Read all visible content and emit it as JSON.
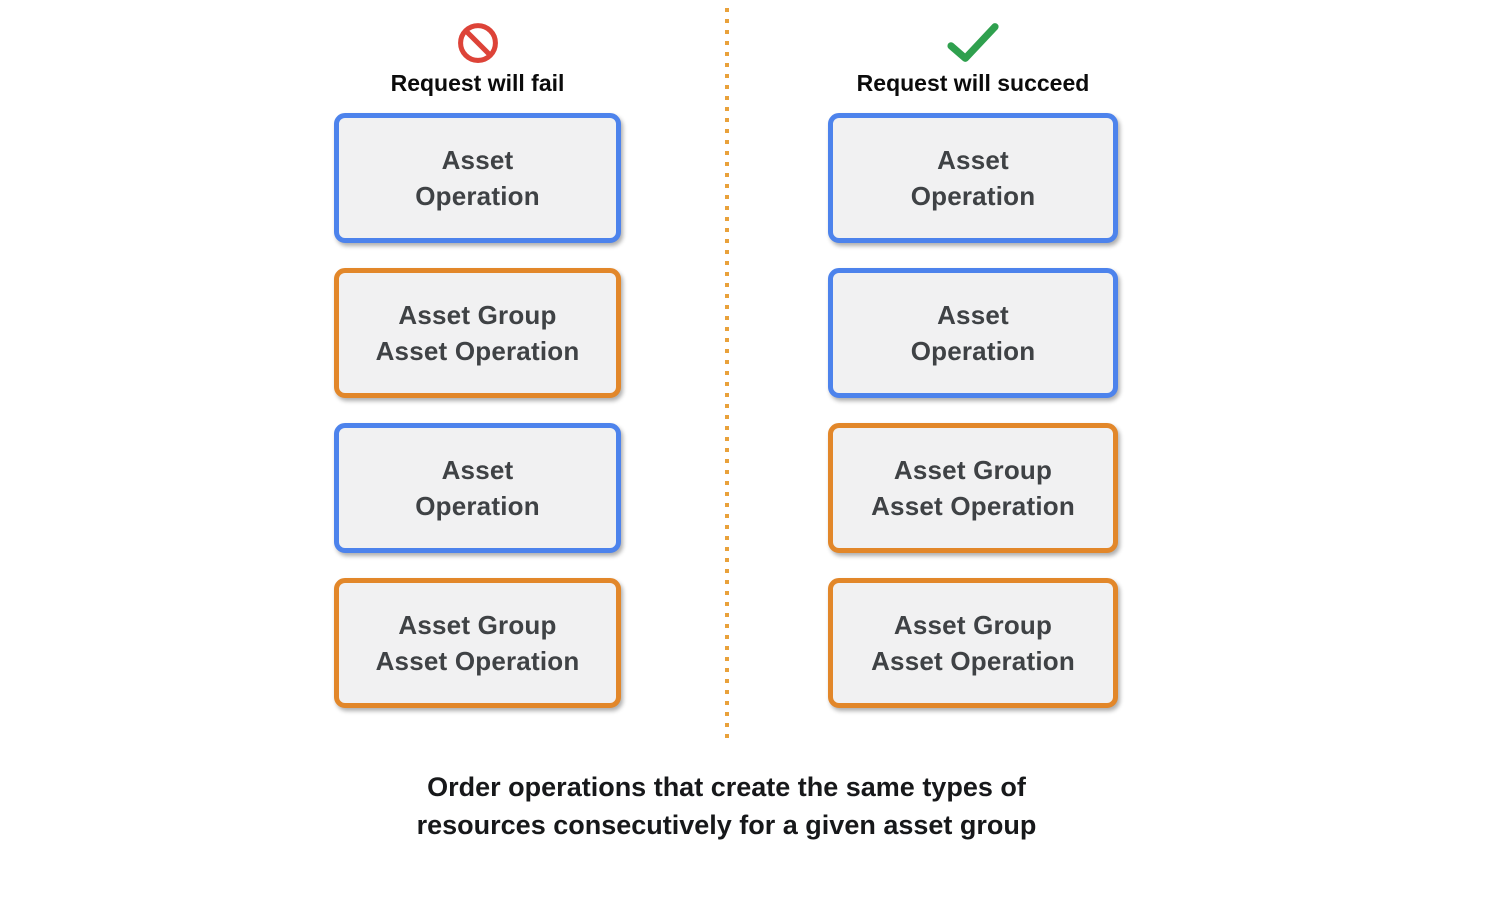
{
  "colors": {
    "blue_border": "#4D83EC",
    "orange_border": "#E2872A",
    "box_fill": "#F1F1F2",
    "box_text": "#3F4245",
    "fail_icon": "#DD4338",
    "success_icon": "#2FA04E",
    "divider": "#E9A13B",
    "caption_text": "#17181A"
  },
  "columns": [
    {
      "id": "fail",
      "icon": "prohibition-icon",
      "header": "Request will fail",
      "boxes": [
        {
          "type": "asset",
          "lines": [
            "Asset",
            "Operation"
          ]
        },
        {
          "type": "asset-group",
          "lines": [
            "Asset Group",
            "Asset Operation"
          ]
        },
        {
          "type": "asset",
          "lines": [
            "Asset",
            "Operation"
          ]
        },
        {
          "type": "asset-group",
          "lines": [
            "Asset Group",
            "Asset Operation"
          ]
        }
      ]
    },
    {
      "id": "succeed",
      "icon": "checkmark-icon",
      "header": "Request will succeed",
      "boxes": [
        {
          "type": "asset",
          "lines": [
            "Asset",
            "Operation"
          ]
        },
        {
          "type": "asset",
          "lines": [
            "Asset",
            "Operation"
          ]
        },
        {
          "type": "asset-group",
          "lines": [
            "Asset Group",
            "Asset Operation"
          ]
        },
        {
          "type": "asset-group",
          "lines": [
            "Asset Group",
            "Asset Operation"
          ]
        }
      ]
    }
  ],
  "caption": {
    "line1": "Order operations that create the same types of",
    "line2": "resources consecutively for a given asset group"
  }
}
